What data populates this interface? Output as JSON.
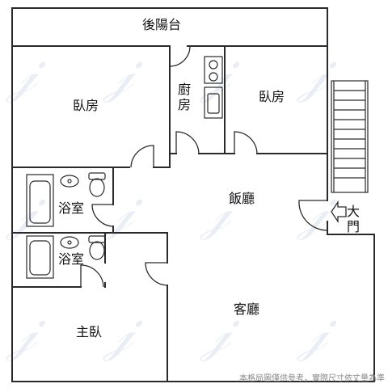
{
  "rooms": {
    "rear_balcony": "後陽台",
    "bedroom_left": "臥房",
    "kitchen": "廚房",
    "bedroom_right": "臥房",
    "bath_upper": "浴室",
    "bath_lower": "浴室",
    "dining": "飯廳",
    "entrance": "大門",
    "living": "客廳",
    "master_bedroom": "主臥"
  },
  "disclaimer": "本格局圖僅供參考，實際尺寸依丈量為準",
  "colors": {
    "wall": "#2a2a2a",
    "background": "#ffffff",
    "watermark": "#e9eef5"
  }
}
